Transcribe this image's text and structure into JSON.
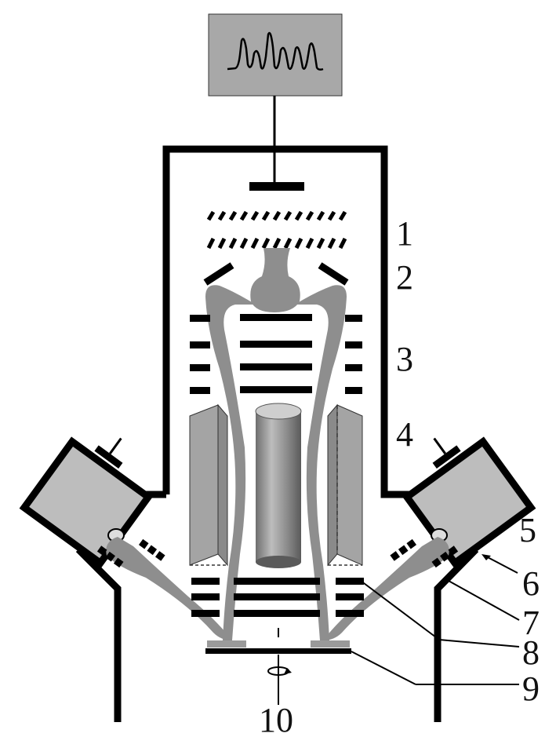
{
  "labels": [
    "1",
    "2",
    "3",
    "4",
    "5",
    "6",
    "7",
    "8",
    "9",
    "10"
  ],
  "colors": {
    "ink": "#000000",
    "gray": "#9a9a9a",
    "plume": "#8e8e8e",
    "monitor": "#a8a8a8",
    "background": "#ffffff"
  },
  "icons": [
    "spectrum-monitor",
    "rotation-arrow-icon"
  ]
}
